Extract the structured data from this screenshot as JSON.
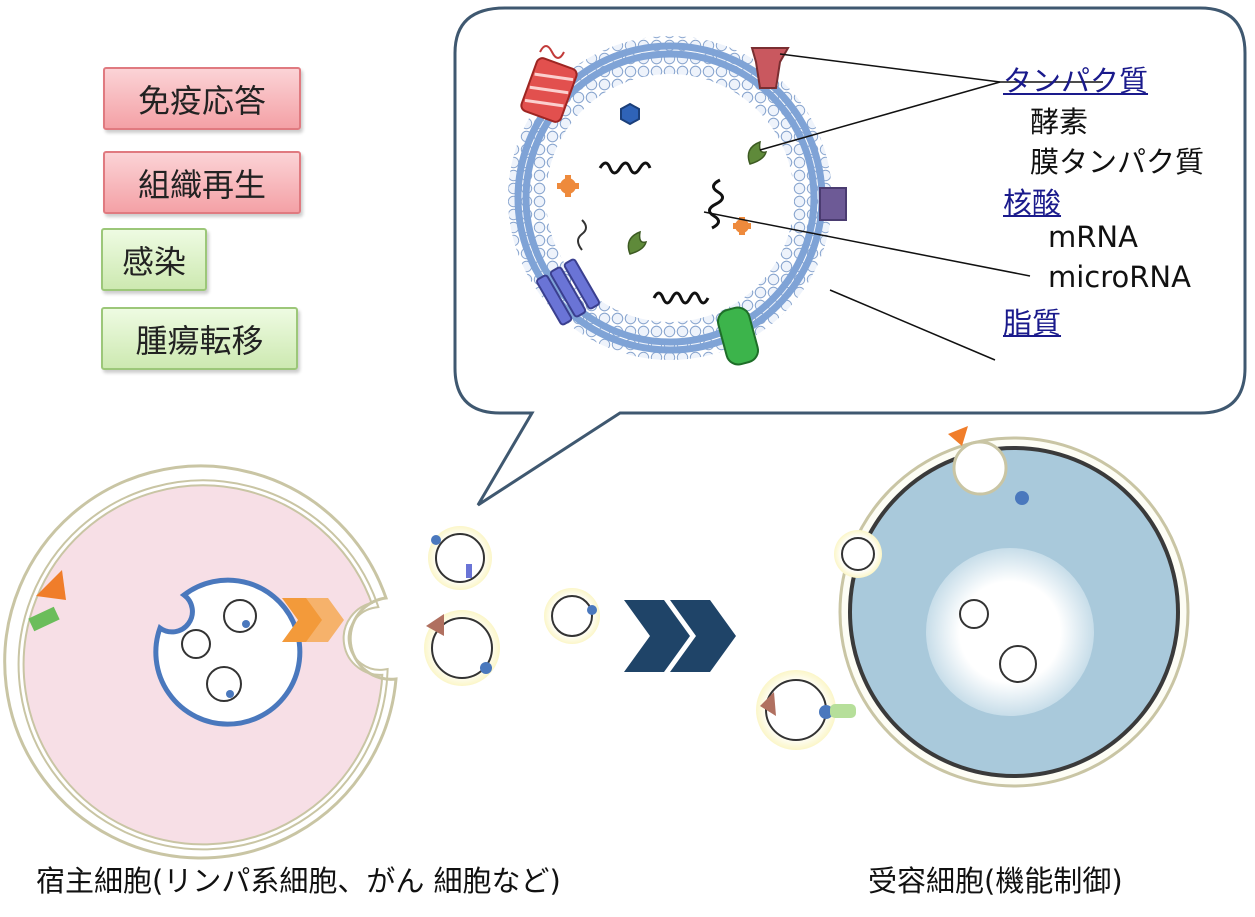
{
  "functions": {
    "immune_response": "免疫応答",
    "tissue_regeneration": "組織再生",
    "infection": "感染",
    "tumor_metastasis": "腫瘍転移"
  },
  "cargo": {
    "protein": "タンパク質",
    "enzyme": "酵素",
    "membrane_protein": "膜タンパク質",
    "nucleic_acid": "核酸",
    "mrna": "mRNA",
    "microrna": "microRNA",
    "lipid": "脂質"
  },
  "captions": {
    "host_cell": "宿主細胞(リンパ系細胞、がん 細胞など)",
    "recipient_cell": "受容細胞(機能制御)"
  },
  "colors": {
    "host_cell_fill": "#f7dfe6",
    "recipient_cell_fill": "#a9c9db",
    "membrane_blue": "#6f9bd1",
    "arrow_navy": "#1f4468",
    "arrow_orange": "#f39a3a",
    "link_blue": "#1a1a8c"
  },
  "icons": [
    "lipid-bilayer-icon",
    "transmembrane-protein-icon",
    "rna-strand-icon",
    "forward-chevron-icon",
    "exosome-vesicle-icon"
  ]
}
